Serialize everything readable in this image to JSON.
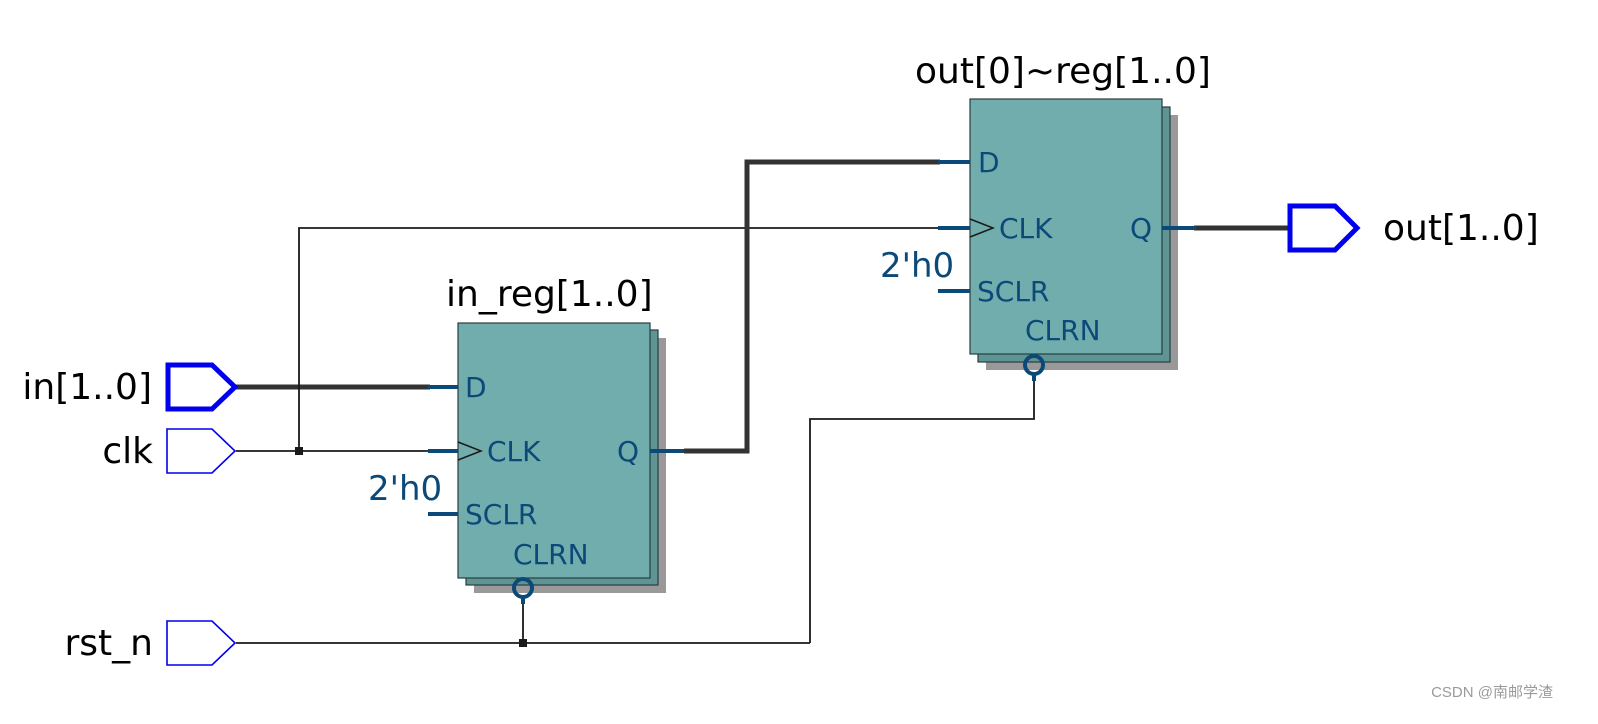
{
  "ports": {
    "in_data": "in[1..0]",
    "clk": "clk",
    "rst_n": "rst_n",
    "out_data": "out[1..0]"
  },
  "in_reg": {
    "name": "in_reg[1..0]",
    "pin_d": "D",
    "pin_clk": "CLK",
    "pin_sclr": "SCLR",
    "pin_clrn": "CLRN",
    "pin_q": "Q",
    "sclr_const": "2'h0"
  },
  "out_reg": {
    "name": "out[0]~reg[1..0]",
    "pin_d": "D",
    "pin_clk": "CLK",
    "pin_sclr": "SCLR",
    "pin_clrn": "CLRN",
    "pin_q": "Q",
    "sclr_const": "2'h0"
  },
  "watermark": "CSDN @南邮学渣",
  "colors": {
    "register_fill": "#72adad",
    "register_shadow": "#999999",
    "pin_color": "#0b4a78",
    "port_color": "#0000ee",
    "bus_wire": "#333333",
    "signal_wire": "#1a1a1a"
  }
}
